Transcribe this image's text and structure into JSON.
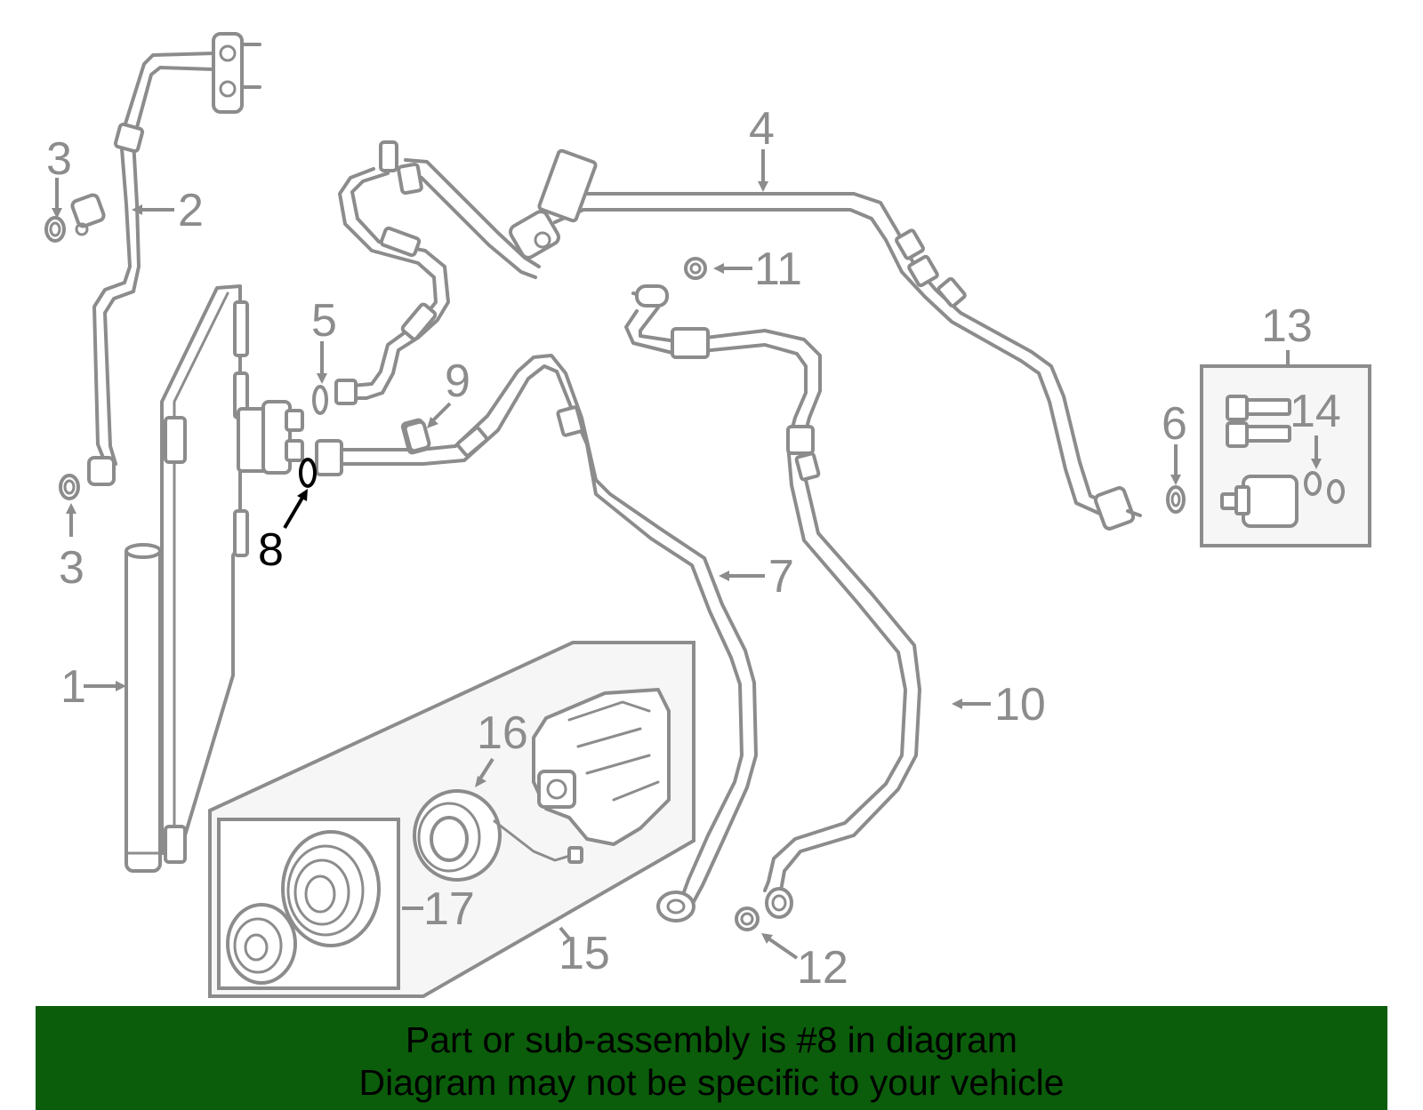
{
  "diagram": {
    "callouts": [
      {
        "id": "c1",
        "text": "1"
      },
      {
        "id": "c2",
        "text": "2"
      },
      {
        "id": "c3a",
        "text": "3"
      },
      {
        "id": "c3b",
        "text": "3"
      },
      {
        "id": "c4",
        "text": "4"
      },
      {
        "id": "c5",
        "text": "5"
      },
      {
        "id": "c6",
        "text": "6"
      },
      {
        "id": "c7",
        "text": "7"
      },
      {
        "id": "c8",
        "text": "8"
      },
      {
        "id": "c9",
        "text": "9"
      },
      {
        "id": "c10",
        "text": "10"
      },
      {
        "id": "c11",
        "text": "11"
      },
      {
        "id": "c12",
        "text": "12"
      },
      {
        "id": "c13",
        "text": "13"
      },
      {
        "id": "c14",
        "text": "14"
      },
      {
        "id": "c15",
        "text": "15"
      },
      {
        "id": "c16",
        "text": "16"
      },
      {
        "id": "c17",
        "text": "17"
      }
    ],
    "highlighted_part": "8"
  },
  "banner": {
    "line1": "Part or sub-assembly is #8 in diagram",
    "line2": "Diagram may not be specific to your vehicle",
    "background": "#0b5d0b"
  },
  "colors": {
    "line_art": "#8c8c8c",
    "highlight": "#000000"
  }
}
